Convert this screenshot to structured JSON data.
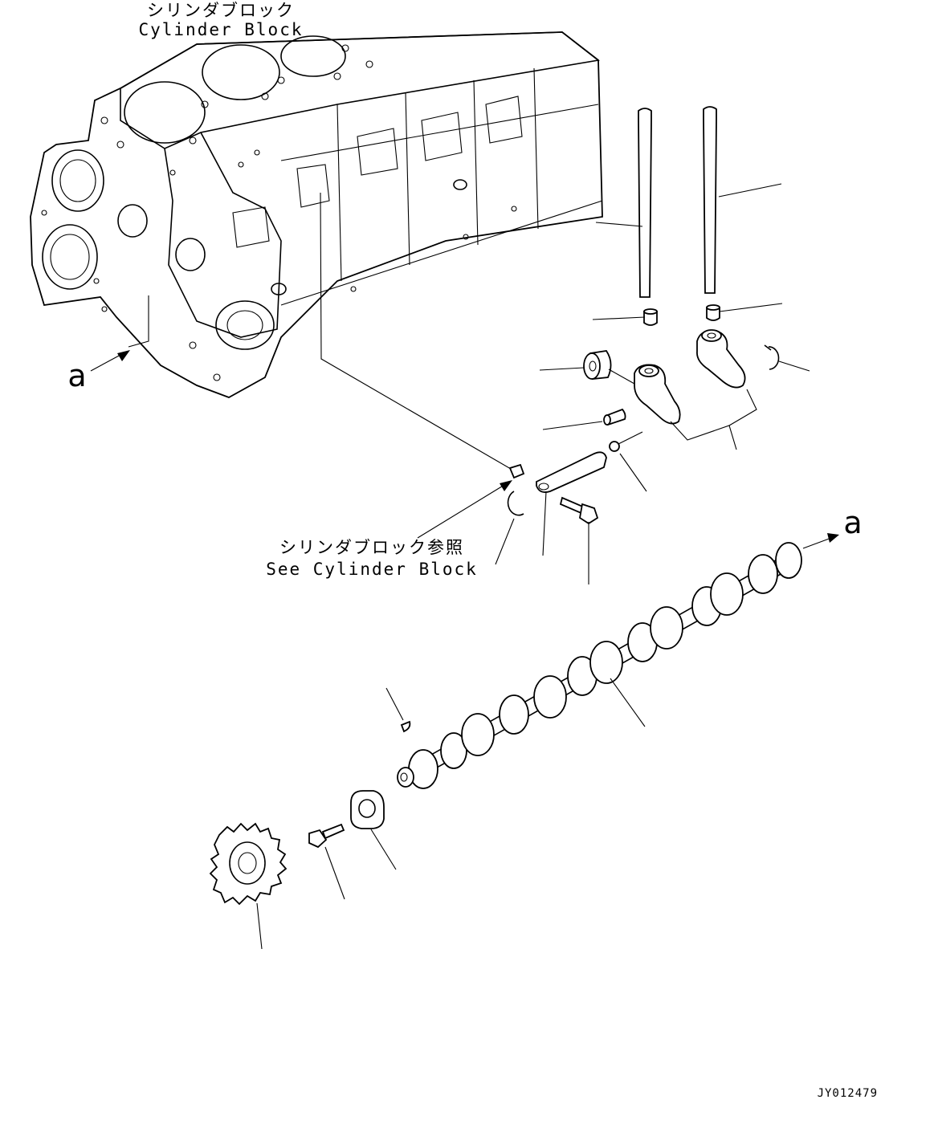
{
  "labels": {
    "cylinder_block_jp": "シリンダブロック",
    "cylinder_block_en": "Cylinder Block",
    "see_cylinder_block_jp": "シリンダブロック参照",
    "see_cylinder_block_en": "See Cylinder Block",
    "ref_a_left": "a",
    "ref_a_right": "a",
    "drawing_id": "JY012479"
  }
}
